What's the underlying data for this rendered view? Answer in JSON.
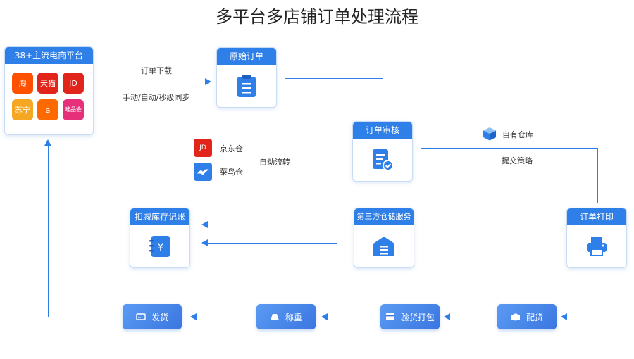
{
  "title": "多平台多店铺订单处理流程",
  "nodes": {
    "platforms": {
      "title": "38+主流电商平台"
    },
    "orders": {
      "title": "原始订单"
    },
    "review": {
      "title": "订单审核"
    },
    "warehouse_service": {
      "title": "第三方仓储服务"
    },
    "stock_account": {
      "title": "扣减库存记账"
    },
    "print": {
      "title": "订单打印"
    }
  },
  "platform_logos": [
    {
      "name": "淘宝",
      "text": "淘",
      "color": "#ff5000"
    },
    {
      "name": "天猫",
      "text": "天猫",
      "color": "#e1251b"
    },
    {
      "name": "京东",
      "text": "JD",
      "color": "#e1251b"
    },
    {
      "name": "苏宁易购",
      "text": "苏宁",
      "color": "#f5a623"
    },
    {
      "name": "阿里巴巴",
      "text": "a",
      "color": "#ff6a00"
    },
    {
      "name": "唯品会",
      "text": "唯品会",
      "color": "#e6307a"
    }
  ],
  "labels": {
    "download": "订单下载",
    "sync": "手动/自动/秒级同步",
    "jd_warehouse": "京东仓",
    "cainiao_warehouse": "菜鸟仓",
    "auto_transfer": "自动流转",
    "own_warehouse": "自有仓库",
    "submit_strategy": "提交策略"
  },
  "steps": [
    {
      "key": "ship",
      "label": "发货"
    },
    {
      "key": "weigh",
      "label": "称重"
    },
    {
      "key": "pack",
      "label": "验货打包"
    },
    {
      "key": "pick",
      "label": "配货"
    }
  ],
  "colors": {
    "primary": "#2f7fe8",
    "line": "#2f7fe8"
  }
}
